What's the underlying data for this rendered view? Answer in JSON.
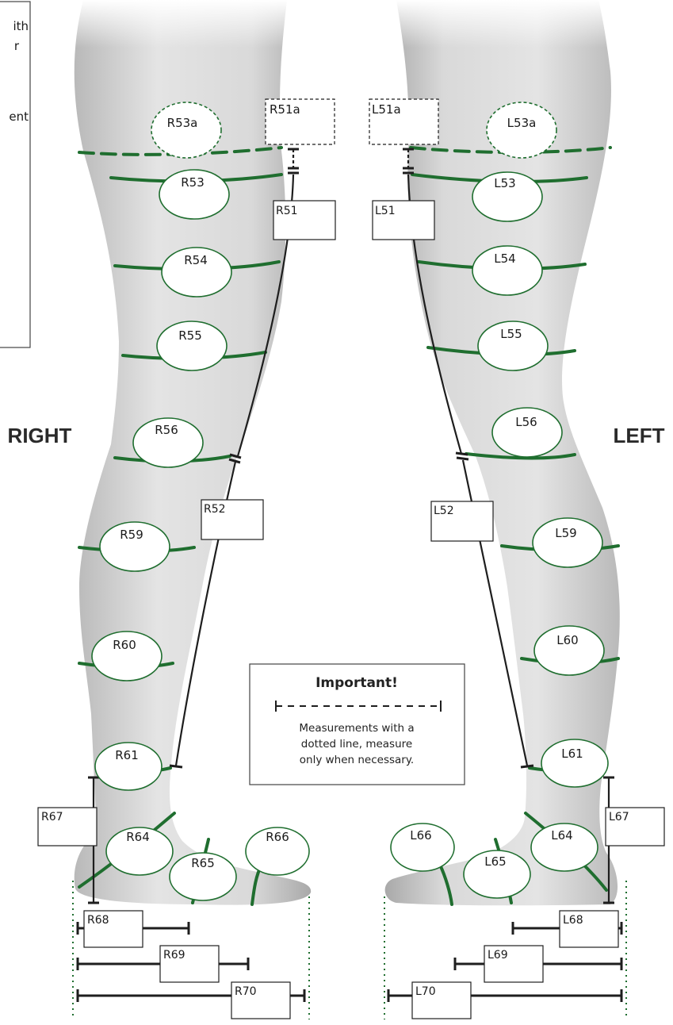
{
  "sides": {
    "right": "RIGHT",
    "left": "LEFT"
  },
  "corner_note": {
    "lines": [
      "ith",
      "r",
      "ent"
    ]
  },
  "important": {
    "title": "Important!",
    "lines": [
      "Measurements with a",
      "dotted line, measure",
      "only when necessary."
    ]
  },
  "right_leg": {
    "circumference": {
      "r53a": "R53a",
      "r53": "R53",
      "r54": "R54",
      "r55": "R55",
      "r56": "R56",
      "r59": "R59",
      "r60": "R60",
      "r61": "R61",
      "r64": "R64",
      "r65": "R65",
      "r66": "R66"
    },
    "length": {
      "r51a": "R51a",
      "r51": "R51",
      "r52": "R52",
      "r67": "R67",
      "r68": "R68",
      "r69": "R69",
      "r70": "R70"
    }
  },
  "left_leg": {
    "circumference": {
      "l53a": "L53a",
      "l53": "L53",
      "l54": "L54",
      "l55": "L55",
      "l56": "L56",
      "l59": "L59",
      "l60": "L60",
      "l61": "L61",
      "l64": "L64",
      "l65": "L65",
      "l66": "L66"
    },
    "length": {
      "l51a": "L51a",
      "l51": "L51",
      "l52": "L52",
      "l67": "L67",
      "l68": "L68",
      "l69": "L69",
      "l70": "L70"
    }
  },
  "colors": {
    "measure_green": "#1f6e2f",
    "leg_fill": "#d6d6d6",
    "line_dark": "#1e1e1e"
  }
}
